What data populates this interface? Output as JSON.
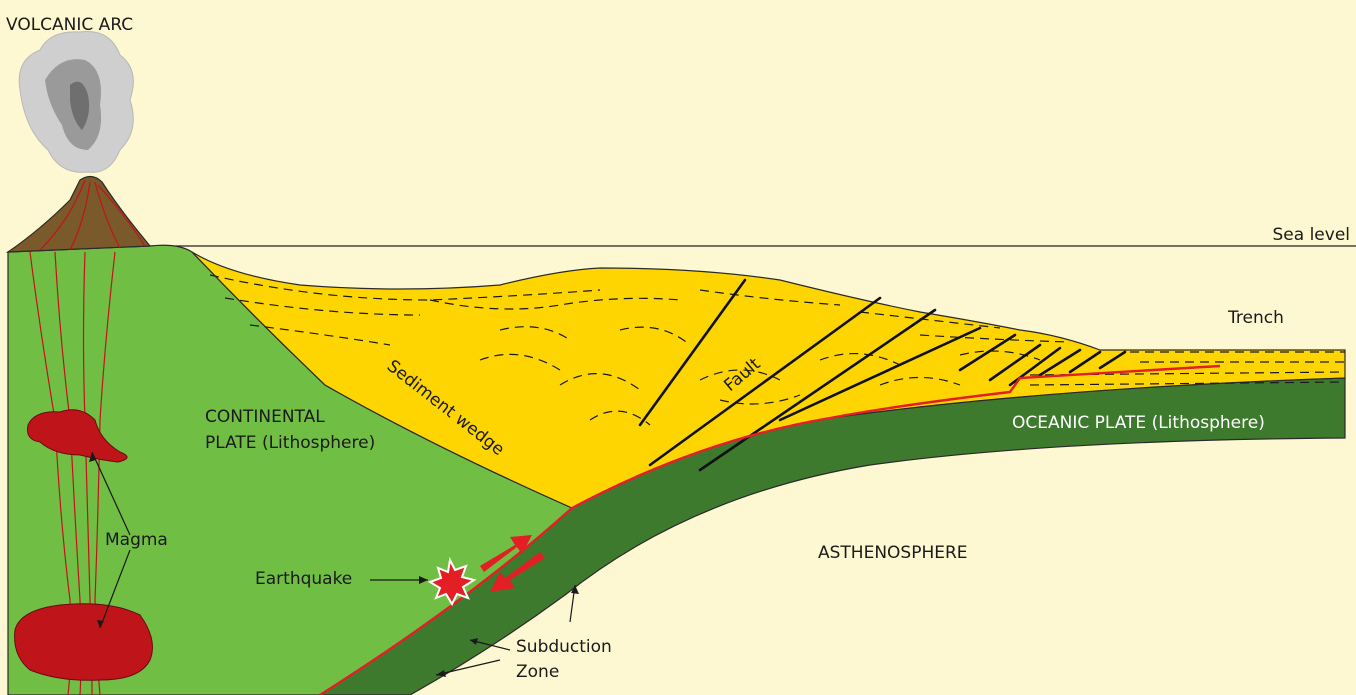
{
  "labels": {
    "volcanic_arc": "VOLCANIC ARC",
    "sea_level": "Sea level",
    "trench": "Trench",
    "sediment_wedge": "Sediment wedge",
    "fault": "Fault",
    "continental_plate_line1": "CONTINENTAL",
    "continental_plate_line2": "PLATE (Lithosphere)",
    "oceanic_plate": "OCEANIC PLATE (Lithosphere)",
    "magma": "Magma",
    "asthenosphere": "ASTHENOSPHERE",
    "earthquake": "Earthquake",
    "subduction_line1": "Subduction",
    "subduction_line2": "Zone"
  },
  "colors": {
    "background": "#fdf8d2",
    "continental_plate": "#71be45",
    "oceanic_plate": "#3e7a2e",
    "sediment": "#ffd500",
    "magma": "#c0141b",
    "volcano": "#7a5a2a",
    "fault_line": "#e31e24",
    "ash_cloud": "#c8c8c8"
  }
}
